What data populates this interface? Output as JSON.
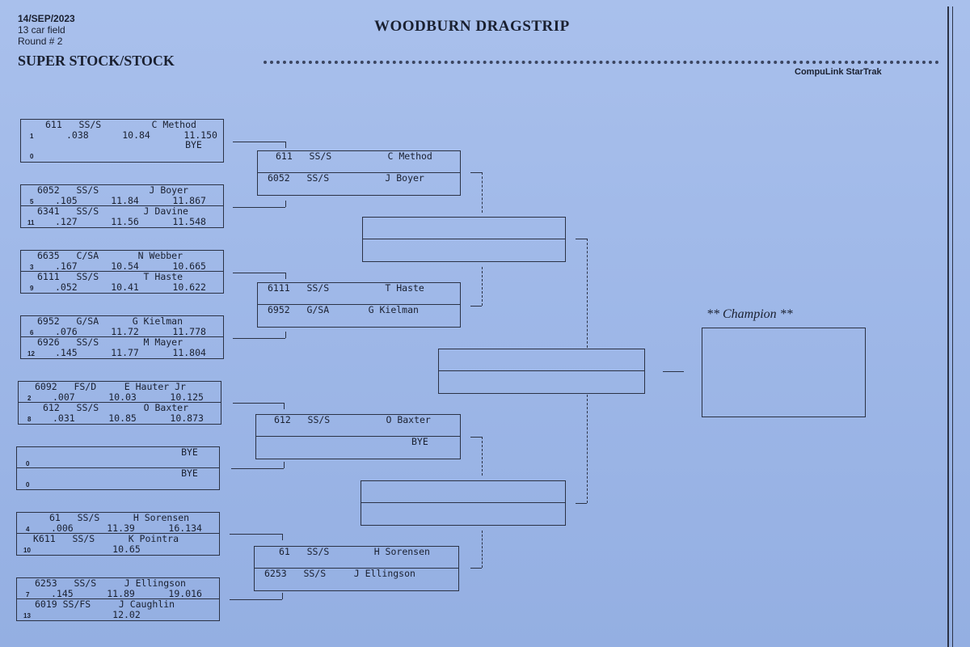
{
  "header": {
    "date": "14/SEP/2023",
    "field": "13 car field",
    "round": "Round # 2",
    "track": "WOODBURN DRAGSTRIP",
    "class": "SUPER STOCK/STOCK",
    "software": "CompuLink StarTrak"
  },
  "round1": [
    {
      "top": {
        "l1": "611   SS/S         C Method",
        "seed": "1",
        "l2": ".038      10.84      11.150"
      },
      "bot": {
        "l1": "                         BYE",
        "seed": "0",
        "l2": ""
      }
    },
    {
      "top": {
        "l1": "6052   SS/S         J Boyer",
        "seed": "5",
        "l2": ".105      11.84      11.867"
      },
      "bot": {
        "l1": "6341   SS/S        J Davine",
        "seed": "11",
        "l2": ".127      11.56      11.548"
      }
    },
    {
      "top": {
        "l1": "6635   C/SA       N Webber",
        "seed": "3",
        "l2": ".167      10.54      10.665"
      },
      "bot": {
        "l1": "6111   SS/S        T Haste",
        "seed": "9",
        "l2": ".052      10.41      10.622"
      }
    },
    {
      "top": {
        "l1": "6952   G/SA      G Kielman",
        "seed": "6",
        "l2": ".076      11.72      11.778"
      },
      "bot": {
        "l1": "6926   SS/S        M Mayer",
        "seed": "12",
        "l2": ".145      11.77      11.804"
      }
    },
    {
      "top": {
        "l1": "6092   FS/D     E Hauter Jr",
        "seed": "2",
        "l2": ".007      10.03      10.125"
      },
      "bot": {
        "l1": "612   SS/S        O Baxter",
        "seed": "8",
        "l2": ".031      10.85      10.873"
      }
    },
    {
      "top": {
        "l1": "                         BYE",
        "seed": "0",
        "l2": ""
      },
      "bot": {
        "l1": "                         BYE",
        "seed": "0",
        "l2": ""
      }
    },
    {
      "top": {
        "l1": "61   SS/S      H Sorensen",
        "seed": "4",
        "l2": ".006      11.39      16.134"
      },
      "bot": {
        "l1": "K611   SS/S      K Pointra",
        "seed": "10",
        "l2": "           10.65"
      }
    },
    {
      "top": {
        "l1": "6253   SS/S     J Ellingson",
        "seed": "7",
        "l2": ".145      11.89      19.016"
      },
      "bot": {
        "l1": "6019 SS/FS     J Caughlin",
        "seed": "13",
        "l2": "           12.02"
      }
    }
  ],
  "round2": [
    {
      "top": "611   SS/S          C Method",
      "bot": "6052   SS/S          J Boyer"
    },
    {
      "top": "6111   SS/S          T Haste",
      "bot": "6952   G/SA       G Kielman"
    },
    {
      "top": "612   SS/S          O Baxter",
      "bot": "                          BYE"
    },
    {
      "top": "61   SS/S        H Sorensen",
      "bot": "6253   SS/S     J Ellingson"
    }
  ],
  "round3": [
    {
      "top": "",
      "bot": ""
    },
    {
      "top": "",
      "bot": ""
    }
  ],
  "final": {
    "top": "",
    "bot": ""
  },
  "champion": {
    "label": "** Champion **",
    "name": ""
  }
}
